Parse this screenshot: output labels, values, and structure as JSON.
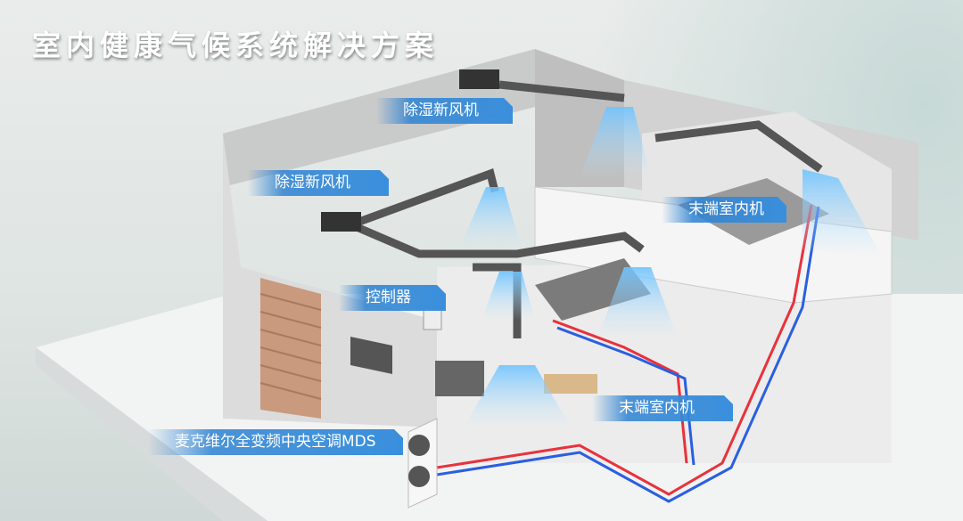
{
  "title": "室内健康气候系统解决方案",
  "labels": {
    "dehumidifier_top": "除湿新风机",
    "dehumidifier_left": "除湿新风机",
    "controller": "控制器",
    "indoor_unit_upper": "末端室内机",
    "indoor_unit_lower": "末端室内机",
    "outdoor_unit": "麦克维尔全变频中央空调MDS"
  },
  "colors": {
    "label_bg": "#3a8fdc",
    "hot_pipe": "#e8323c",
    "cold_pipe": "#2a5fe0",
    "airflow": "#8fd0ff"
  }
}
